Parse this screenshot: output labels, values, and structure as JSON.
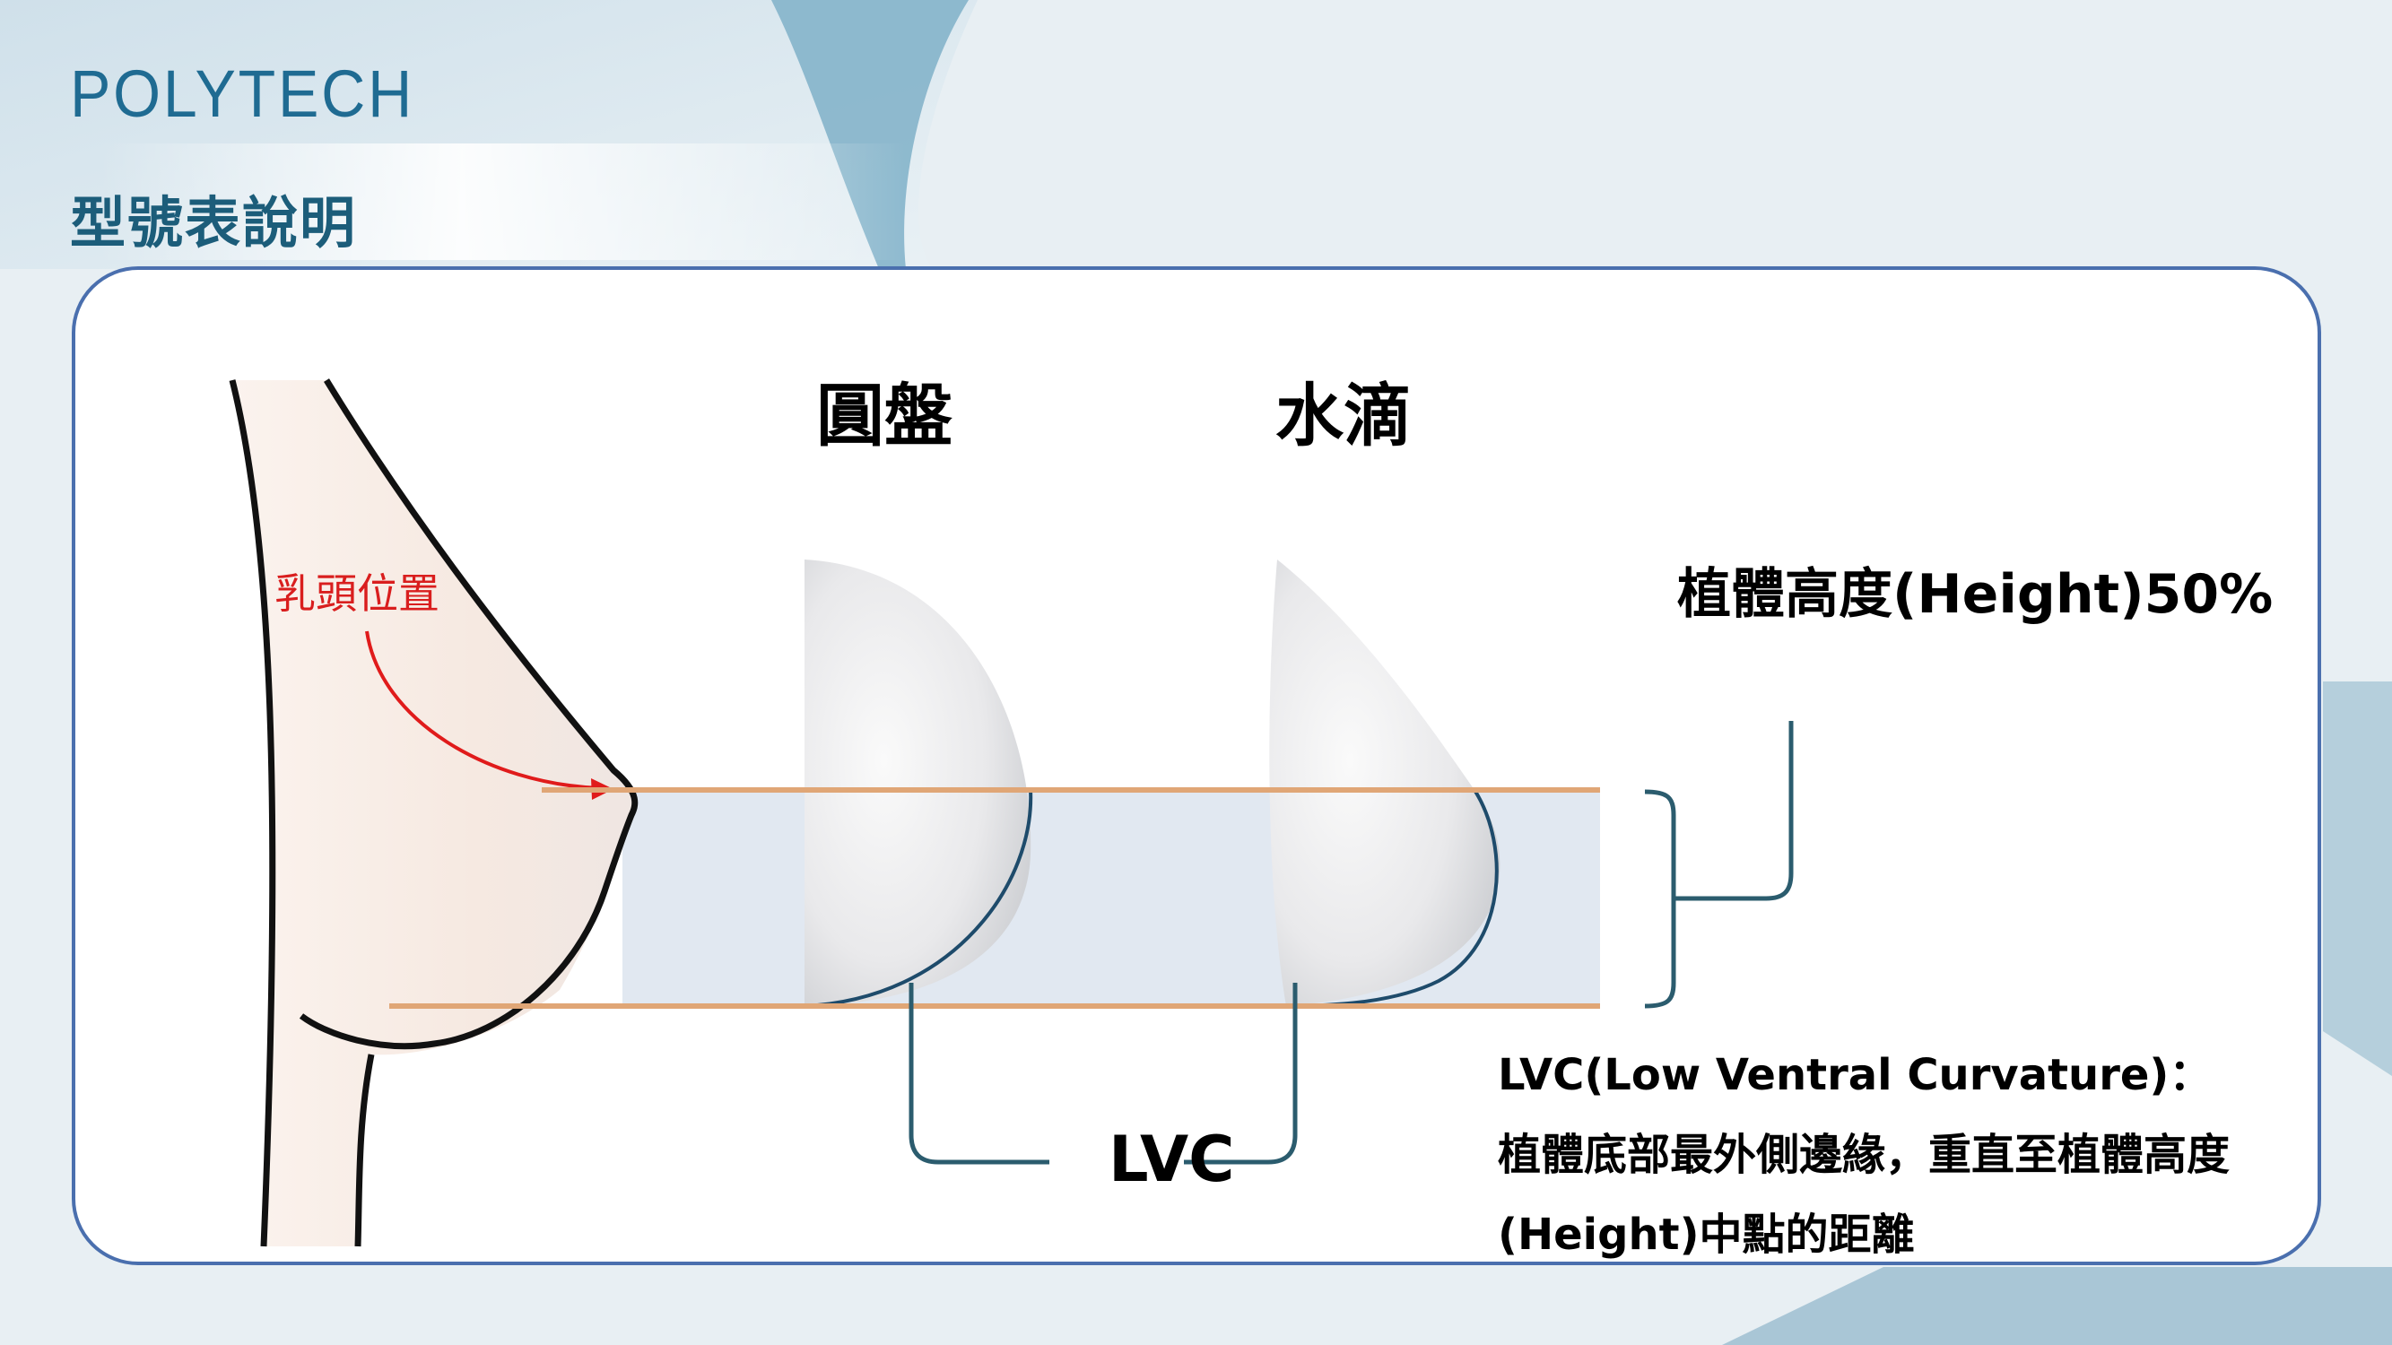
{
  "header": {
    "brand": "POLYTECH",
    "title": "型號表說明"
  },
  "diagram": {
    "nipple_label": "乳頭位置",
    "shapes": [
      {
        "name": "round",
        "label": "圓盤"
      },
      {
        "name": "teardrop",
        "label": "水滴"
      }
    ],
    "height_label": "植體高度(Height)50%",
    "lvc_label": "LVC",
    "description": {
      "line1": "LVC(Low Ventral Curvature)：",
      "line2": "植體底部最外側邊緣，重直至植體高度",
      "line3": "(Height)中點的距離"
    }
  },
  "colors": {
    "brand": "#1f6b92",
    "title": "#1c5d7a",
    "panel_border": "#4a6fae",
    "guide_line": "#e0a676",
    "band": "#e1e8f1",
    "bracket": "#2b5c6e",
    "arrow": "#e01b1b"
  }
}
